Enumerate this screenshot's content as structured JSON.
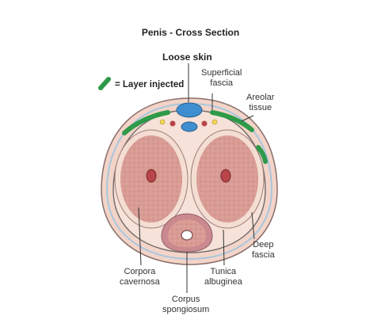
{
  "title": "Penis - Cross Section",
  "legend": {
    "label": "= Layer injected",
    "swatch_color": "#2e9a49"
  },
  "labels": {
    "loose_skin": "Loose skin",
    "superficial_fascia": [
      "Superficial",
      "fascia"
    ],
    "areolar_tissue": [
      "Areolar",
      "tissue"
    ],
    "deep_fascia": [
      "Deep",
      "fascia"
    ],
    "corpora_cavernosa": [
      "Corpora",
      "cavernosa"
    ],
    "tunica_albuginea": [
      "Tunica",
      "albuginea"
    ],
    "corpus_spongiosum": [
      "Corpus",
      "spongiosum"
    ]
  },
  "colors": {
    "skin": "#f0cdc0",
    "cavernosa": "#d89c94",
    "tunica": "#f4ddd2",
    "vessel_blue": "#3f8fd0",
    "injected_layer": "#2e9a49"
  }
}
